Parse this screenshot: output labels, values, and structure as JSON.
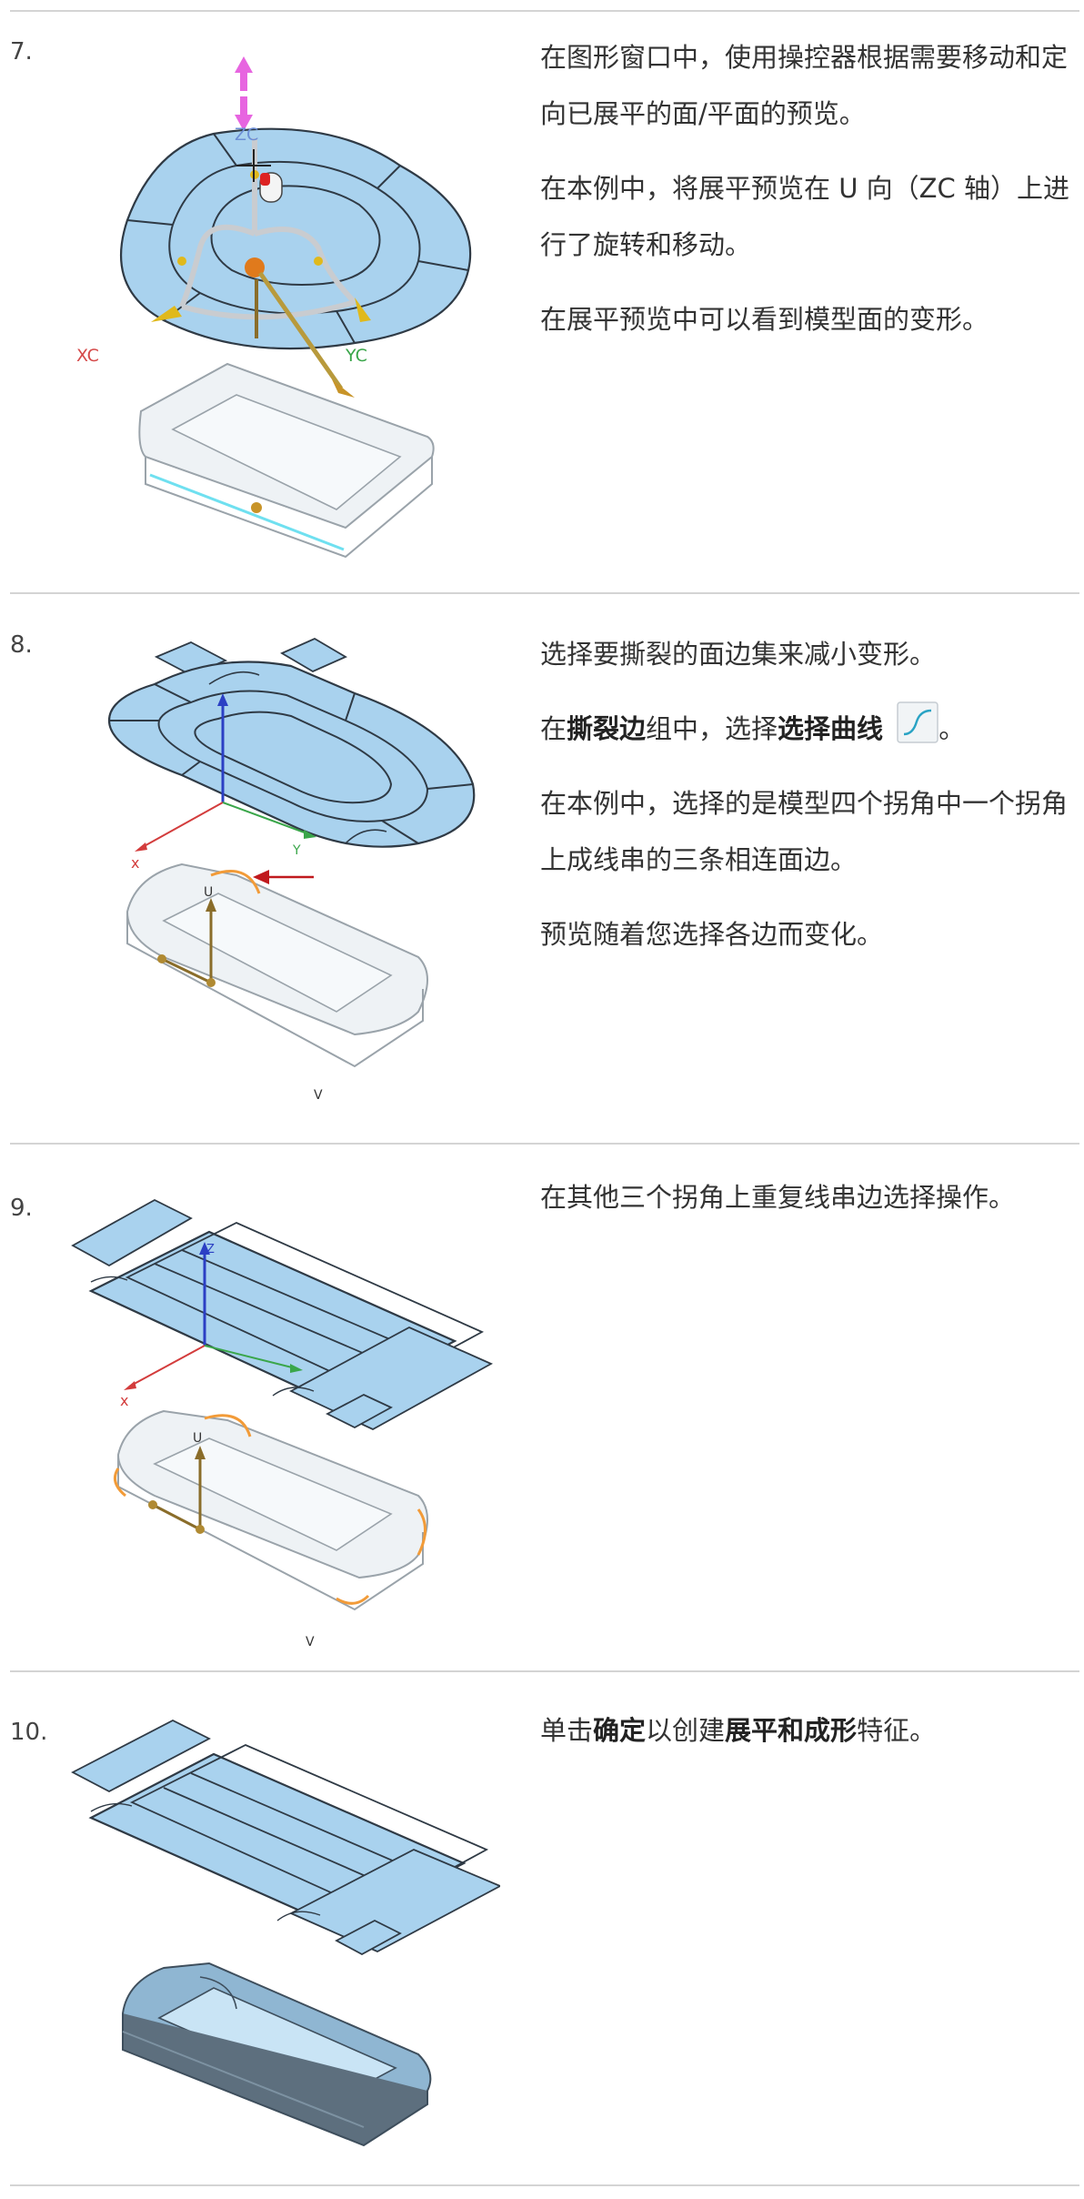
{
  "steps": [
    {
      "number": "7.",
      "paragraphs": [
        "在图形窗口中，使用操控器根据需要移动和定向已展平的面/平面的预览。",
        "在本例中，将展平预览在 U 向（ZC 轴）上进行了旋转和移动。",
        "在展平预览中可以看到模型面的变形。"
      ],
      "figure": {
        "axis_labels": {
          "zc": "ZC",
          "xc": "XC",
          "yc": "YC"
        }
      }
    },
    {
      "number": "8.",
      "p1": "选择要撕裂的面边集来减小变形。",
      "p2_prefix": "在",
      "p2_bold1": "撕裂边",
      "p2_mid": "组中，选择",
      "p2_bold2": "选择曲线",
      "p2_suffix": "。",
      "p2_icon": "select-curve-icon",
      "p3": "在本例中，选择的是模型四个拐角中一个拐角上成线串的三条相连面边。",
      "p4": "预览随着您选择各边而变化。",
      "figure": {
        "axis_labels": {
          "x": "x",
          "y": "Y"
        },
        "uv_labels": {
          "u": "U",
          "v": "V"
        }
      }
    },
    {
      "number": "9.",
      "p1": "在其他三个拐角上重复线串边选择操作。",
      "figure": {
        "axis_labels": {
          "x": "x",
          "z": "Z"
        },
        "uv_labels": {
          "u": "U",
          "v": "V"
        }
      }
    },
    {
      "number": "10.",
      "p1_prefix": "单击",
      "p1_bold1": "确定",
      "p1_mid": "以创建",
      "p1_bold2": "展平和成形",
      "p1_suffix": "特征。"
    }
  ],
  "colors": {
    "sheet_fill": "#a9d2ee",
    "sheet_stroke": "#2f3a45",
    "tray_fill": "#eef2f5",
    "tray_stroke": "#9aa3aa",
    "tray_dark": "#5d6f7e",
    "highlight_orange": "#f29b38",
    "handle_magenta": "#e765e0",
    "axis_red": "#d33c3c",
    "axis_green": "#3aa64a",
    "axis_blue": "#2b3fc4",
    "handle_gold": "#e0b91c",
    "rule_gray": "#d4d4d4"
  }
}
